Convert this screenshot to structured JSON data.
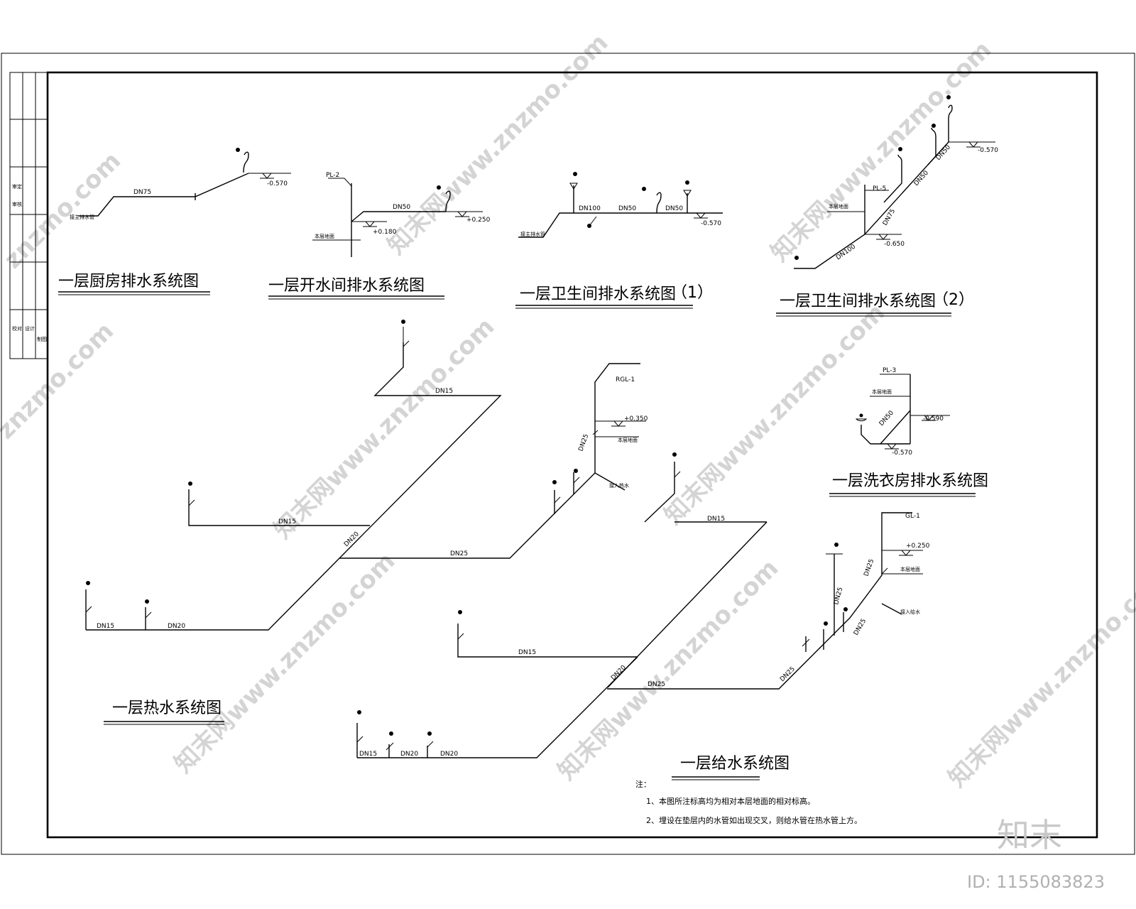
{
  "drawing": {
    "kitchen_drainage": {
      "title": "一层厨房排水系统图",
      "pipe": "DN75",
      "elevation": "-0.570",
      "note": "接主排水管"
    },
    "utility_room_drainage": {
      "title": "一层开水间排水系统图",
      "riser": "PL-2",
      "pipe": "DN50",
      "elev_floor": "+0.180",
      "elev_fixture": "+0.250",
      "floor_label": "本层地面"
    },
    "bathroom1_drainage": {
      "title": "一层卫生间排水系统图",
      "number": "（1）",
      "pipes": [
        "DN100",
        "DN50",
        "DN50"
      ],
      "elevation": "-0.570",
      "note": "接主排水管"
    },
    "bathroom2_drainage": {
      "title": "一层卫生间排水系统图",
      "number": "（2）",
      "riser": "PL-5",
      "pipes": [
        "DN50",
        "DN50",
        "DN75",
        "DN100"
      ],
      "elev_top": "-0.570",
      "elev_riser": "-0.650",
      "floor_label": "本层地面"
    },
    "laundry_drainage": {
      "title": "一层洗衣房排水系统图",
      "riser": "PL-3",
      "pipe": "DN50",
      "elev_a": "-0.590",
      "elev_b": "-0.570",
      "floor_label": "本层地面"
    },
    "hot_water": {
      "title": "一层热水系统图",
      "riser": "RGL-1",
      "elevation": "+0.350",
      "floor_label": "本层地面",
      "inlet_label": "接入热水",
      "pipes": {
        "top_branch": "DN15",
        "upper_branch": "DN15",
        "main_diag": "DN20",
        "mid_main": "DN25",
        "riser_pipe": "DN25",
        "bottom_a": "DN15",
        "bottom_b": "DN20"
      }
    },
    "water_supply": {
      "title": "一层给水系统图",
      "riser": "GL-1",
      "elevation": "+0.250",
      "floor_label": "本层地面",
      "inlet_label": "接入给水",
      "pipes": {
        "top_branch": "DN15",
        "mid_branch": "DN15",
        "main_diag": "DN20",
        "mid_main": "DN25",
        "diag_upper": "DN25",
        "riser_a": "DN25",
        "riser_b": "DN25",
        "riser_c": "DN25",
        "bottom_a": "DN15",
        "bottom_b": "DN20",
        "bottom_c": "DN20"
      }
    },
    "notes": {
      "heading": "注：",
      "items": [
        "1、本图所注标高均为相对本层地面的相对标高。",
        "2、埋设在垫层内的水管如出现交叉，则给水管在热水管上方。"
      ]
    },
    "title_block": {
      "labels": [
        "审定",
        "审核",
        "校对",
        "设计",
        "制图"
      ]
    }
  },
  "watermark": {
    "site": "znzmo.com",
    "site_full": "知末网www.znzmo.com",
    "brand": "知末",
    "id": "ID: 1155083823"
  }
}
